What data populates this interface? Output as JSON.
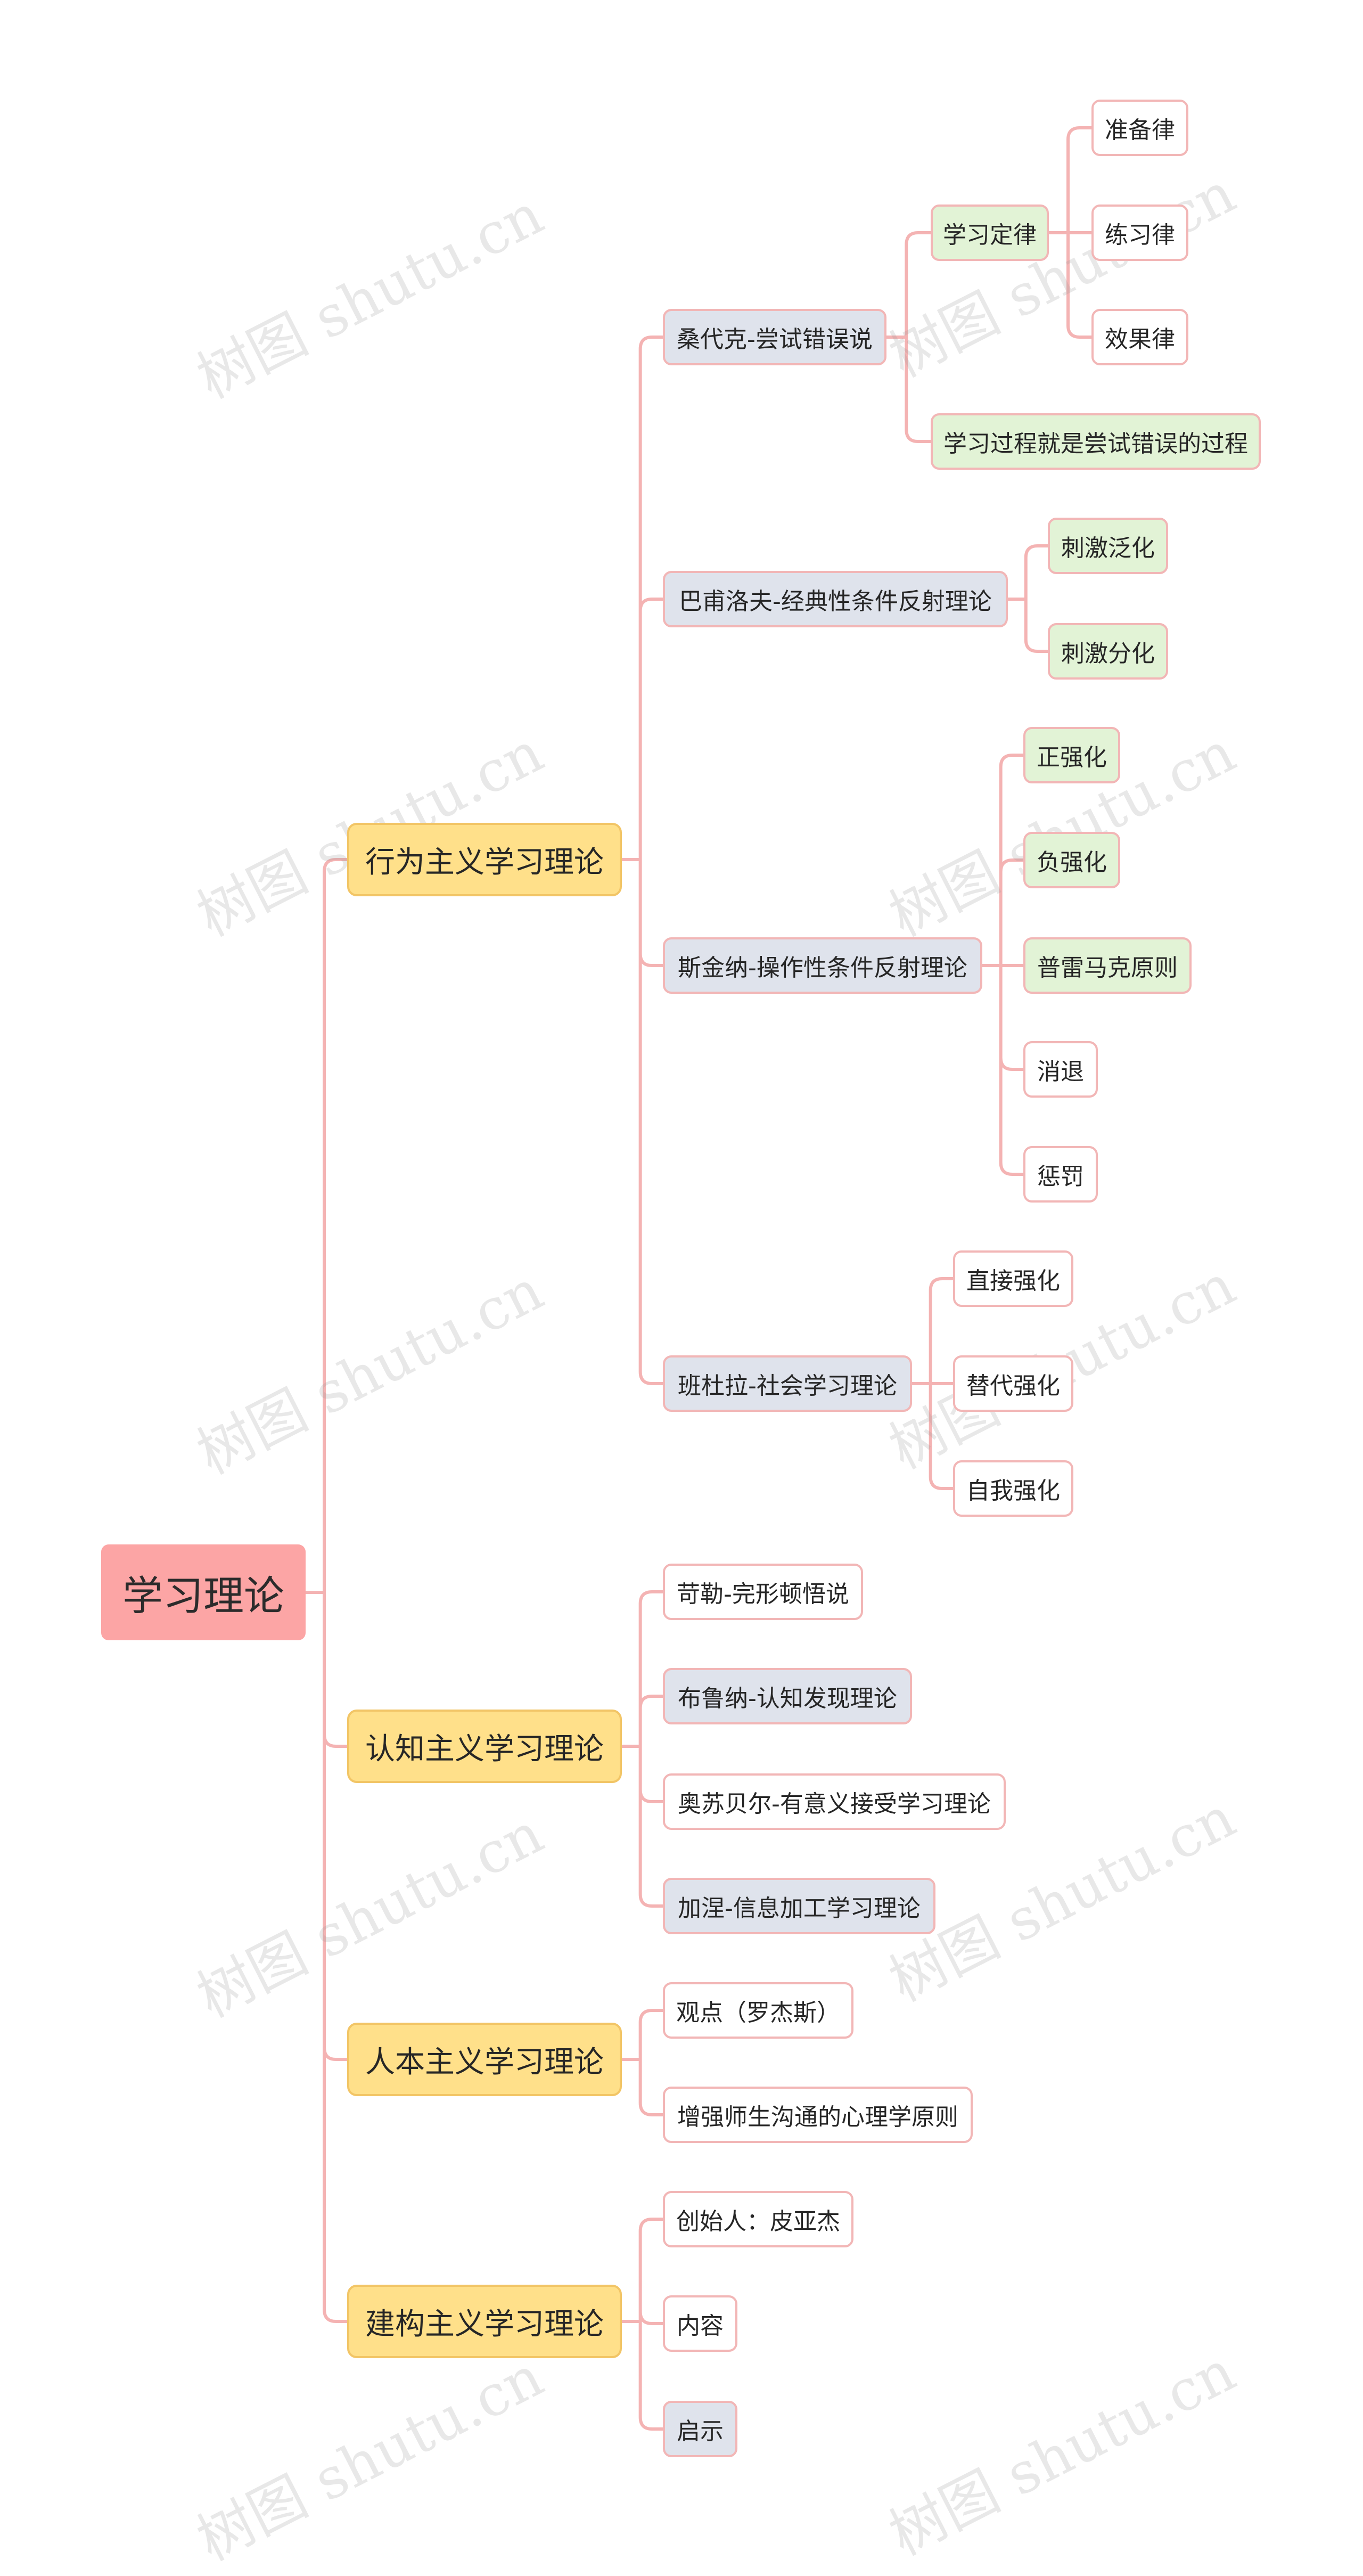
{
  "watermark": "树图 shutu.cn",
  "colors": {
    "link": "#f4b3b3",
    "root_fill": "#fca5a5",
    "category_fill": "#ffe08a",
    "theory_fill": "#dfe3ec",
    "green_fill": "#e2f3d6",
    "leaf_fill": "#ffffff",
    "border": "#f2b6b6"
  },
  "root": {
    "label": "学习理论"
  },
  "categories": [
    {
      "label": "行为主义学习理论",
      "theories": [
        {
          "label": "桑代克-尝试错误说",
          "children": [
            {
              "label": "学习定律",
              "children": [
                "准备律",
                "练习律",
                "效果律"
              ]
            },
            {
              "label": "学习过程就是尝试错误的过程"
            }
          ]
        },
        {
          "label": "巴甫洛夫-经典性条件反射理论",
          "children": [
            "刺激泛化",
            "刺激分化"
          ]
        },
        {
          "label": "斯金纳-操作性条件反射理论",
          "children": [
            "正强化",
            "负强化",
            "普雷马克原则",
            "消退",
            "惩罚"
          ]
        },
        {
          "label": "班杜拉-社会学习理论",
          "children": [
            "直接强化",
            "替代强化",
            "自我强化"
          ]
        }
      ]
    },
    {
      "label": "认知主义学习理论",
      "theories": [
        {
          "label": "苛勒-完形顿悟说"
        },
        {
          "label": "布鲁纳-认知发现理论"
        },
        {
          "label": "奥苏贝尔-有意义接受学习理论"
        },
        {
          "label": "加涅-信息加工学习理论"
        }
      ]
    },
    {
      "label": "人本主义学习理论",
      "theories": [
        {
          "label": "观点（罗杰斯）"
        },
        {
          "label": "增强师生沟通的心理学原则"
        }
      ]
    },
    {
      "label": "建构主义学习理论",
      "theories": [
        {
          "label": "创始人：皮亚杰"
        },
        {
          "label": "内容"
        },
        {
          "label": "启示"
        }
      ]
    }
  ]
}
